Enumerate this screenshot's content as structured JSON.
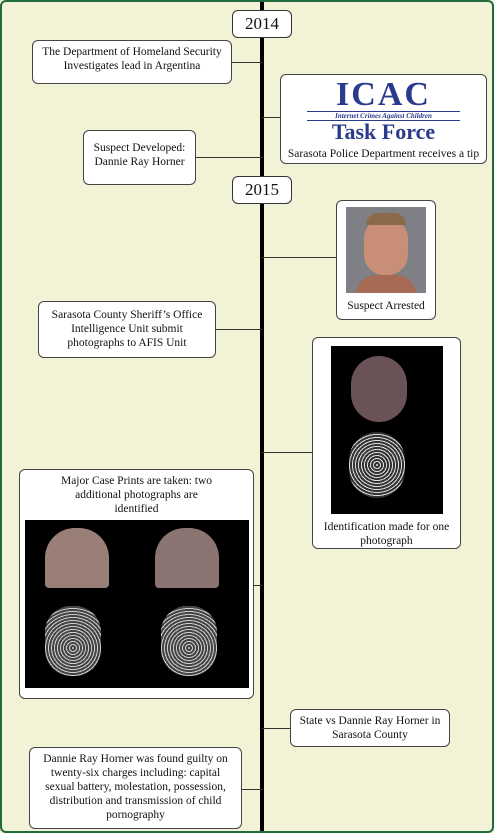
{
  "years": [
    "2014",
    "2015"
  ],
  "events": {
    "dhs": "The Department of Homeland Security Investigates lead in Argentina",
    "icac_logo_main": "ICAC",
    "icac_logo_sub": "Internet Crimes Against Children",
    "icac_logo_tf": "Task Force",
    "icac_caption": "Sarasota Police Department receives a tip",
    "suspect_dev": "Suspect Developed: Dannie Ray Horner",
    "arrested": "Suspect Arrested",
    "sheriff": "Sarasota County Sheriff’s Office Intelligence Unit submit photographs to AFIS Unit",
    "identification": "Identification made for one photograph",
    "major_case": "Major Case Prints are taken: two additional photographs are identified",
    "state": "State vs Dannie Ray Horner in Sarasota County",
    "guilty": "Dannie Ray Horner was found guilty on twenty-six charges including: capital sexual battery, molestation, possession, distribution and transmission of child pornography"
  },
  "colors": {
    "background": "#f2f2d6",
    "border": "#1f6b3d",
    "logo": "#2a3a8c"
  }
}
